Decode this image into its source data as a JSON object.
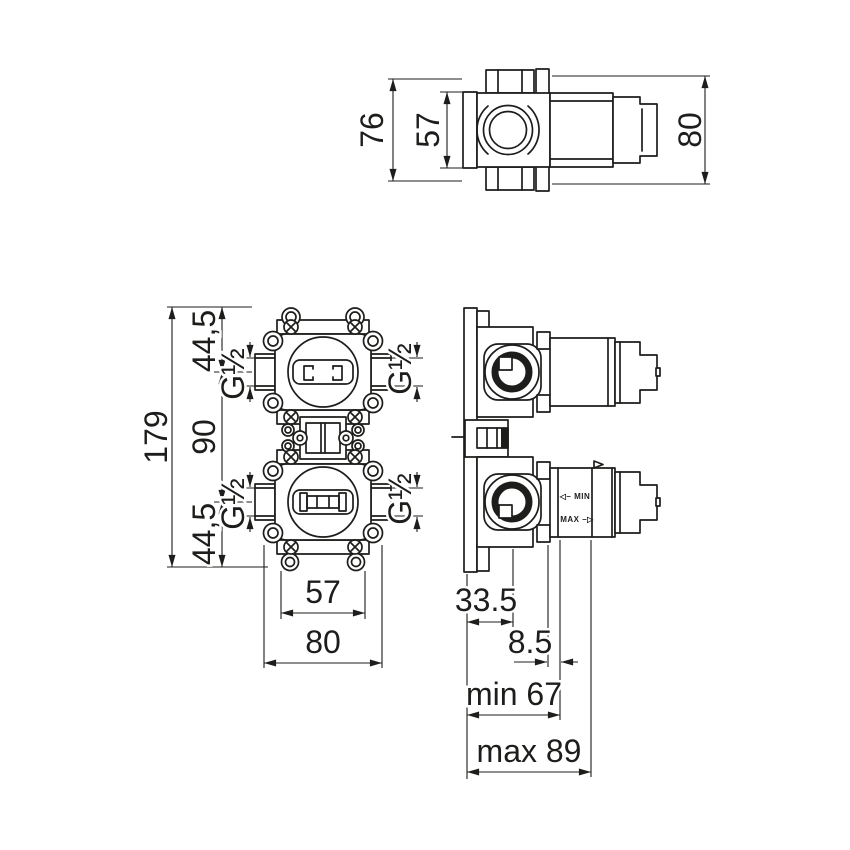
{
  "drawing": {
    "background_color": "#ffffff",
    "line_color": "#1d1d1b",
    "top_view": {
      "dim_depth_76": "76",
      "dim_bracket_57": "57",
      "dim_width_80": "80"
    },
    "front_view": {
      "dim_total_height": "179",
      "dim_top_offset": "44,5",
      "dim_center_distance": "90",
      "dim_bottom_offset": "44,5",
      "thread_top_left": "G½",
      "thread_top_right": "G½",
      "thread_bottom_left": "G½",
      "thread_bottom_right": "G½",
      "dim_outlet_spacing": "57",
      "dim_body_width": "80"
    },
    "side_view": {
      "dim_plate_to_axis": "33.5",
      "dim_offset": "8.5",
      "dim_depth_min": "min 67",
      "dim_depth_max": "max 89",
      "marking_min": "◁– MIN",
      "marking_max": "MAX –▷"
    }
  }
}
